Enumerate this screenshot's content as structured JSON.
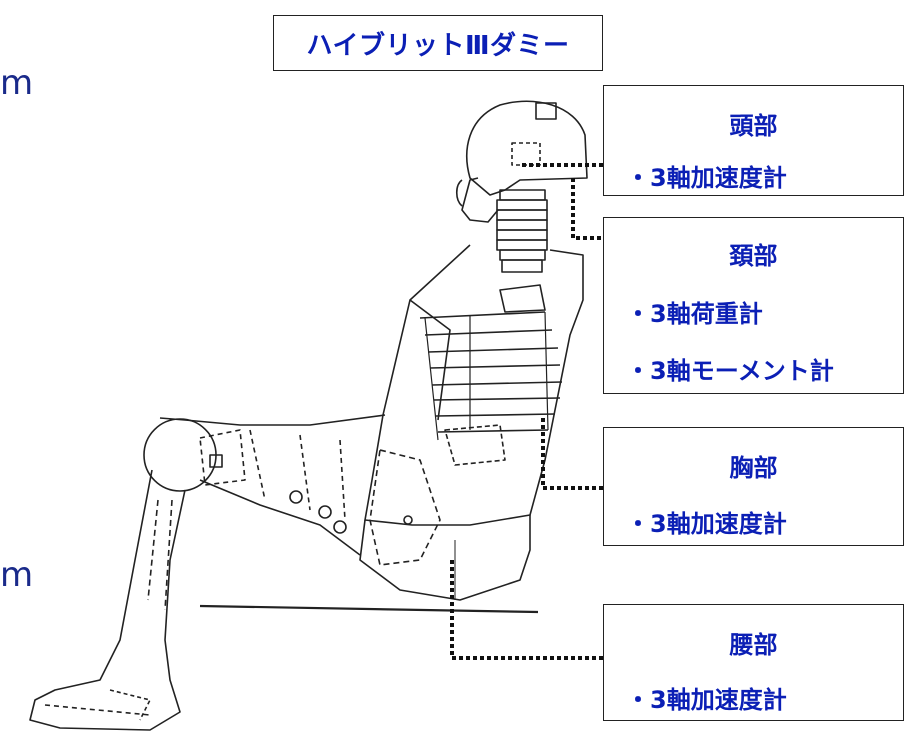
{
  "title": "ハイブリットⅢダミー",
  "side_letters": [
    "m",
    "m"
  ],
  "boxes": [
    {
      "heading": "頭部",
      "items": [
        "・3軸加速度計"
      ]
    },
    {
      "heading": "頚部",
      "items": [
        "・3軸荷重計",
        "・3軸モーメント計"
      ]
    },
    {
      "heading": "胸部",
      "items": [
        "・3軸加速度計"
      ]
    },
    {
      "heading": "腰部",
      "items": [
        "・3軸加速度計"
      ]
    }
  ],
  "colors": {
    "label_text": "#0b1fb5",
    "line": "#111111"
  }
}
